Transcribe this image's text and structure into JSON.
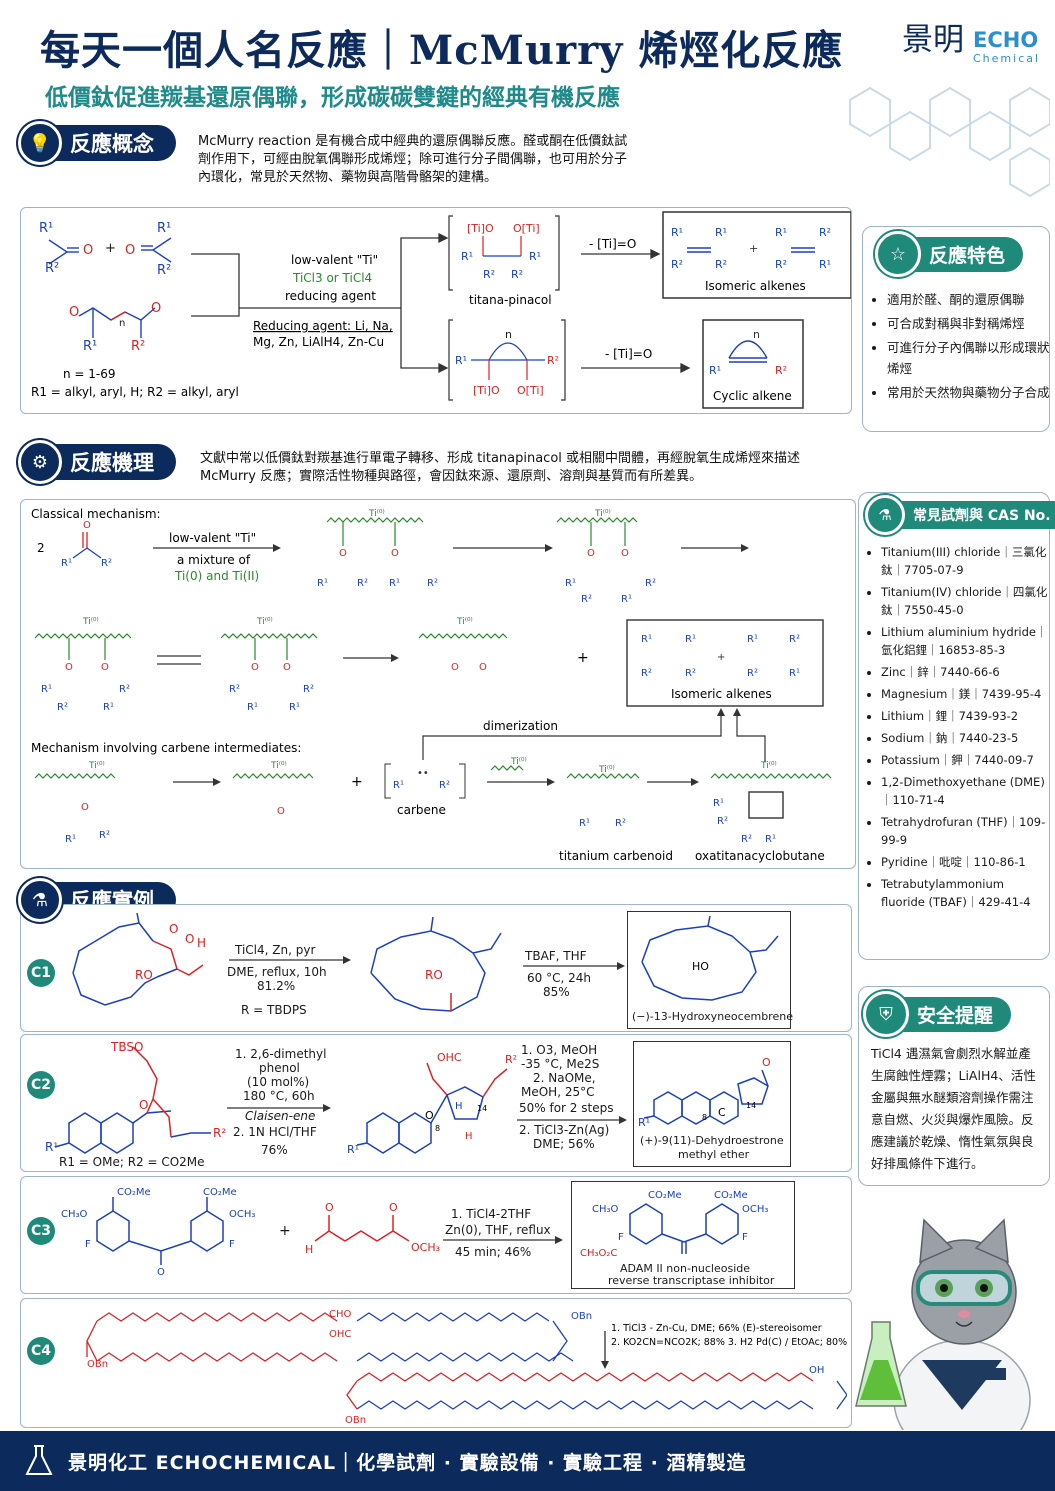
{
  "header": {
    "title": "每天一個人名反應｜McMurry 烯烴化反應",
    "subtitle": "低價鈦促進羰基還原偶聯，形成碳碳雙鍵的經典有機反應",
    "logo_cn": "景明",
    "logo_en": "ECHO",
    "logo_sub": "Chemical"
  },
  "concept": {
    "label": "反應概念",
    "text": "McMurry reaction 是有機合成中經典的還原偶聯反應。醛或酮在低價鈦試劑作用下，可經由脫氧偶聯形成烯烴；除可進行分子間偶聯，也可用於分子內環化，常見於天然物、藥物與高階骨骼架的建構。"
  },
  "scheme1": {
    "reagent1": "low-valent \"Ti\"",
    "reagent2": "TiCl3 or TiCl4",
    "reagent3": "reducing agent",
    "reducing": "Reducing agent: Li, Na,",
    "reducing2": "Mg, Zn, LiAlH4, Zn-Cu",
    "pinacol": "titana-pinacol",
    "loss1": "- [Ti]=O",
    "loss2": "- [Ti]=O",
    "isomeric": "Isomeric alkenes",
    "cyclic": "Cyclic alkene",
    "n_range": "n = 1-69",
    "r_def": "R1 = alkyl, aryl, H; R2 = alkyl, aryl"
  },
  "mechanism": {
    "label": "反應機理",
    "text": "文獻中常以低價鈦對羰基進行單電子轉移、形成 titanapinacol 或相關中間體，再經脫氧生成烯烴來描述 McMurry 反應；實際活性物種與路徑，會因鈦來源、還原劑、溶劑與基質而有所差異。",
    "classical": "Classical mechanism:",
    "lv_ti": "low-valent \"Ti\"",
    "mixture": "a mixture of",
    "ti_species": "Ti(0) and Ti(II)",
    "isomeric": "Isomeric alkenes",
    "dimerization": "dimerization",
    "carbene_mech": "Mechanism  involving carbene intermediates:",
    "carbene": "carbene",
    "carbenoid": "titanium carbenoid",
    "oxatitana": "oxatitanacyclobutane"
  },
  "examples": {
    "label": "反應實例",
    "c1": {
      "badge": "C1",
      "cond1": "TiCl4, Zn, pyr",
      "cond2": "DME, reflux, 10h",
      "yield1": "81.2%",
      "rdef": "R = TBDPS",
      "cond3": "TBAF, THF",
      "cond4": "60 °C, 24h",
      "yield2": "85%",
      "product": "(−)-13-Hydroxyneocembrene"
    },
    "c2": {
      "badge": "C2",
      "cond1": "1. 2,6-dimethyl",
      "cond1b": "phenol",
      "cond1c": "(10 mol%)",
      "cond1d": "180 °C, 60h",
      "cond1e": "Claisen-ene",
      "cond2": "2. 1N HCl/THF",
      "yield1": "76%",
      "cond3": "1. O3, MeOH",
      "cond3b": "-35 °C, Me2S",
      "cond3c": "2. NaOMe,",
      "cond3d": "MeOH, 25°C",
      "cond3e": "50% for 2 steps",
      "cond4": "2. TiCl3-Zn(Ag)",
      "cond4b": "DME; 56%",
      "rdef": "R1 = OMe; R2 = CO2Me",
      "product": "(+)-9(11)-Dehydroestrone",
      "product2": "methyl ether"
    },
    "c3": {
      "badge": "C3",
      "cond1": "1. TiCl4-2THF",
      "cond2": "Zn(0), THF, reflux",
      "cond3": "45 min; 46%",
      "product": "ADAM II non-nucleoside",
      "product2": "reverse transcriptase inhibitor"
    },
    "c4": {
      "badge": "C4",
      "cond1": "1. TiCl3 - Zn-Cu, DME; 66% (E)-stereoisomer",
      "cond2": "2. KO2CN=NCO2K; 88%    3. H2 Pd(C) / EtOAc; 80%"
    }
  },
  "features": {
    "label": "反應特色",
    "items": [
      "適用於醛、酮的還原偶聯",
      "可合成對稱與非對稱烯烴",
      "可進行分子內偶聯以形成環狀烯烴",
      "常用於天然物與藥物分子合成"
    ]
  },
  "reagents": {
    "label": "常見試劑與 CAS No.",
    "items": [
      "Titanium(III) chloride｜三氯化鈦｜7705-07-9",
      "Titanium(IV) chloride｜四氯化鈦｜7550-45-0",
      "Lithium aluminium hydride｜氫化鋁鋰｜16853-85-3",
      "Zinc｜鋅｜7440-66-6",
      "Magnesium｜鎂｜7439-95-4",
      "Lithium｜鋰｜7439-93-2",
      "Sodium｜鈉｜7440-23-5",
      "Potassium｜鉀｜7440-09-7",
      "1,2-Dimethoxyethane (DME)｜110-71-4",
      "Tetrahydrofuran (THF)｜109-99-9",
      "Pyridine｜吡啶｜110-86-1",
      "Tetrabutylammonium fluoride (TBAF)｜429-41-4"
    ]
  },
  "safety": {
    "label": "安全提醒",
    "text": "TiCl4 遇濕氣會劇烈水解並產生腐蝕性煙霧；LiAlH4、活性金屬與無水醚類溶劑操作需注意自燃、火災與爆炸風險。反應建議於乾燥、惰性氣氛與良好排風條件下進行。"
  },
  "footer": {
    "text": "景明化工 ECHOCHEMICAL｜化學試劑 · 實驗設備 · 實驗工程 · 酒精製造"
  },
  "colors": {
    "navy": "#0d2a5c",
    "teal": "#1f8a7a",
    "red": "#e02020",
    "blue": "#1a40c0"
  }
}
